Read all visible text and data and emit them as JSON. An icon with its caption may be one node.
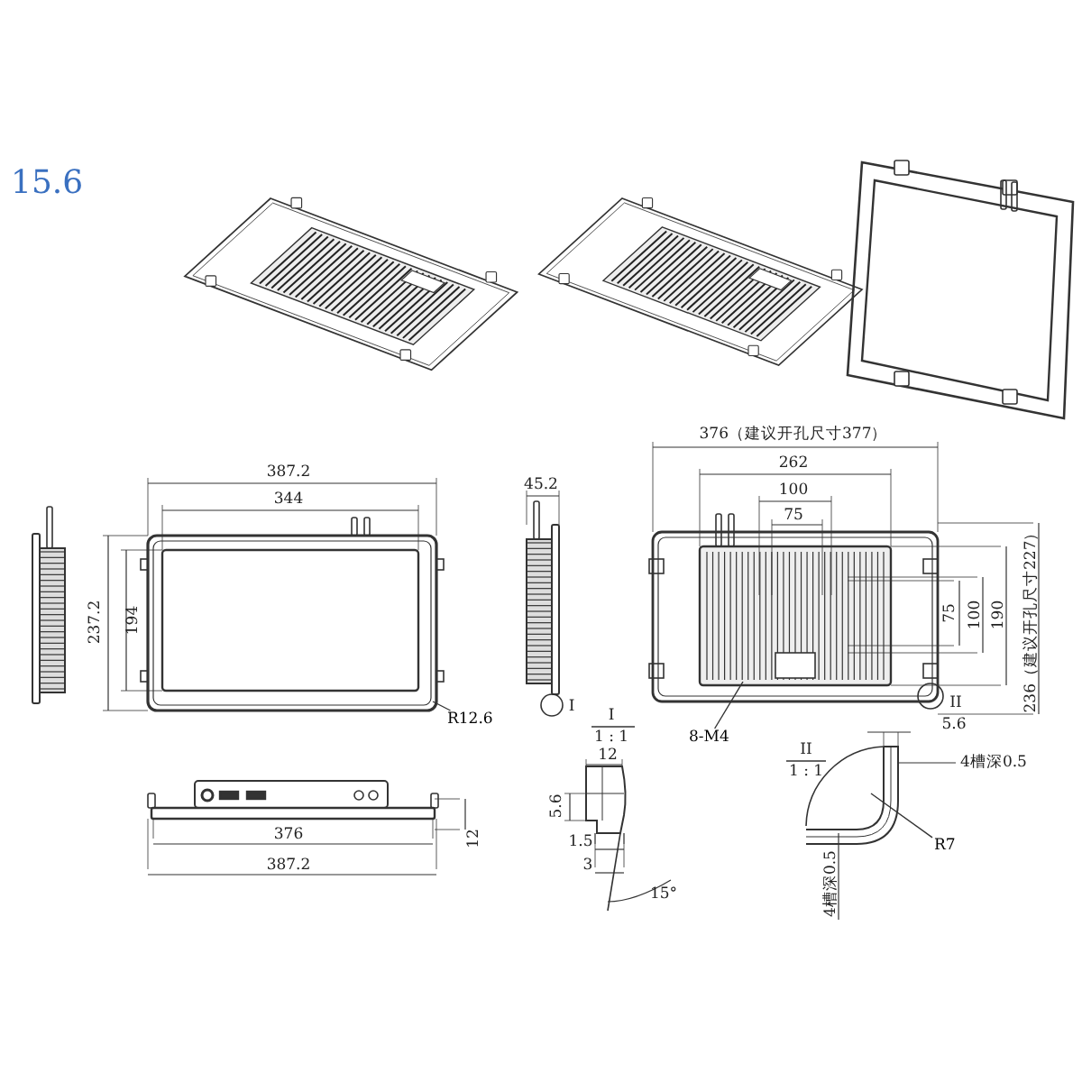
{
  "diagram": {
    "title": "15.6",
    "nodes": [
      {
        "text": [
          "R12.6"
        ]
      },
      {
        "text": [
          "8-M4"
        ]
      },
      {
        "text": [
          "R7"
        ]
      }
    ],
    "edges": [
      {
        "from": 0,
        "to": null,
        "arrow": "none"
      },
      {
        "from": 1,
        "to": null,
        "arrow": "none"
      },
      {
        "from": 2,
        "to": null,
        "arrow": "none"
      }
    ],
    "labels": [
      "376（建议开孔尺寸377）",
      "387.2",
      "262",
      "344",
      "45.2",
      "100",
      "75",
      "237.2",
      "194",
      "75",
      "100",
      "190",
      "236（建议开孔尺寸227）",
      "I",
      "II",
      "I",
      "1 : 1",
      "5.6",
      "12",
      "II",
      "1 : 1",
      "4槽深0.5",
      "5.6",
      "376",
      "1.5",
      "3",
      "4槽深0.5",
      "15°",
      "387.2",
      "12"
    ]
  }
}
